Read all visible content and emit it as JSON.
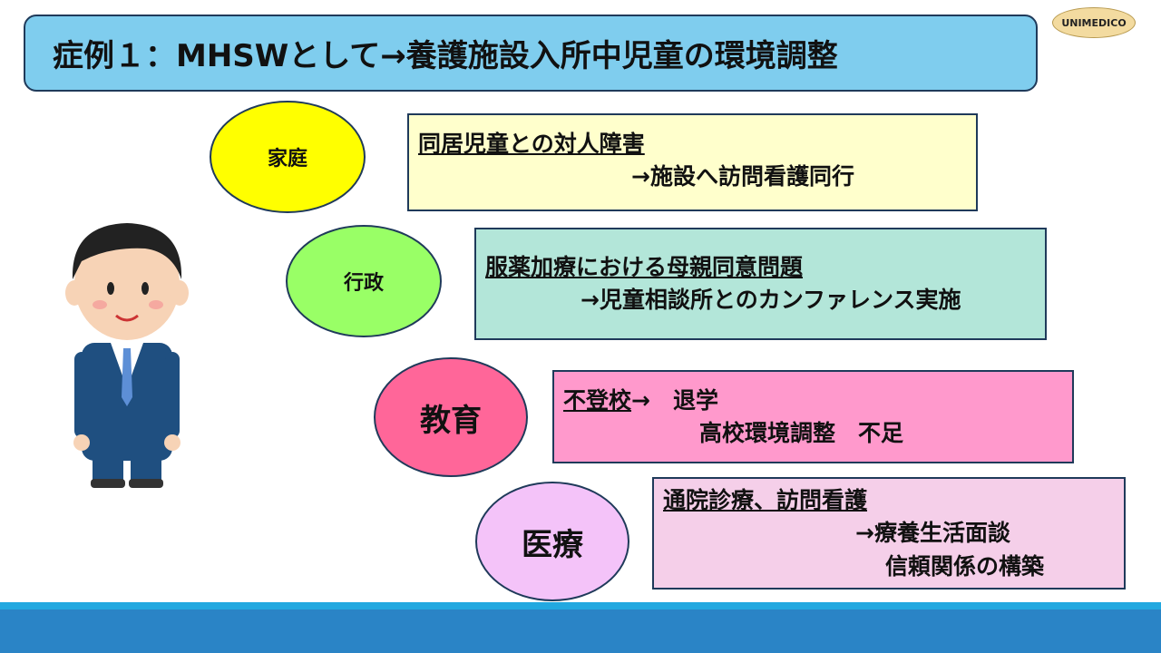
{
  "title": "症例１：MHSWとして→養護施設入所中児童の環境調整",
  "logo": "UNIMEDICO",
  "items": [
    {
      "label": "家庭",
      "heading": "同居児童との対人障害",
      "lines": [
        "→施設へ訪問看護同行"
      ],
      "circle_color": "#ffff00",
      "box_color": "#ffffcc"
    },
    {
      "label": "行政",
      "heading": "服薬加療における母親同意問題",
      "lines": [
        "→児童相談所とのカンファレンス実施"
      ],
      "circle_color": "#99ff66",
      "box_color": "#b3e6d9"
    },
    {
      "label": "教育",
      "heading": "不登校",
      "heading_suffix": "→　退学",
      "lines": [
        "高校環境調整　不足"
      ],
      "circle_color": "#ff6699",
      "box_color": "#ff99cc"
    },
    {
      "label": "医療",
      "heading": "通院診療、訪問看護",
      "lines": [
        "→療養生活面談",
        "信頼関係の構築"
      ],
      "circle_color": "#f4c3f9",
      "box_color": "#f5cfe9"
    }
  ]
}
